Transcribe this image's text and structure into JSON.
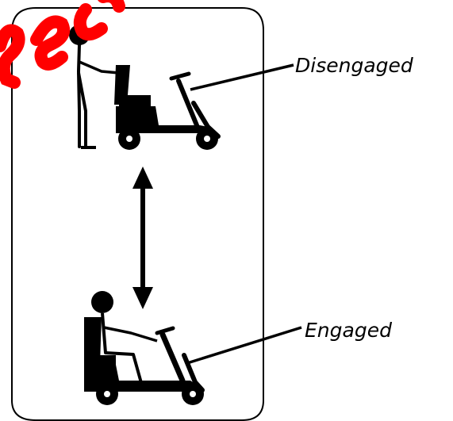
{
  "labels": {
    "disengaged": "Disengaged",
    "engaged": "Engaged"
  },
  "colors": {
    "ink": "#000000",
    "background": "#ffffff",
    "watermark": "#ff0000"
  },
  "icons": {
    "top_figure": "person-pushing-scooter-icon",
    "bottom_figure": "person-riding-scooter-icon",
    "transition_arrow": "double-headed-arrow-icon",
    "watermark": "red-watermark"
  }
}
